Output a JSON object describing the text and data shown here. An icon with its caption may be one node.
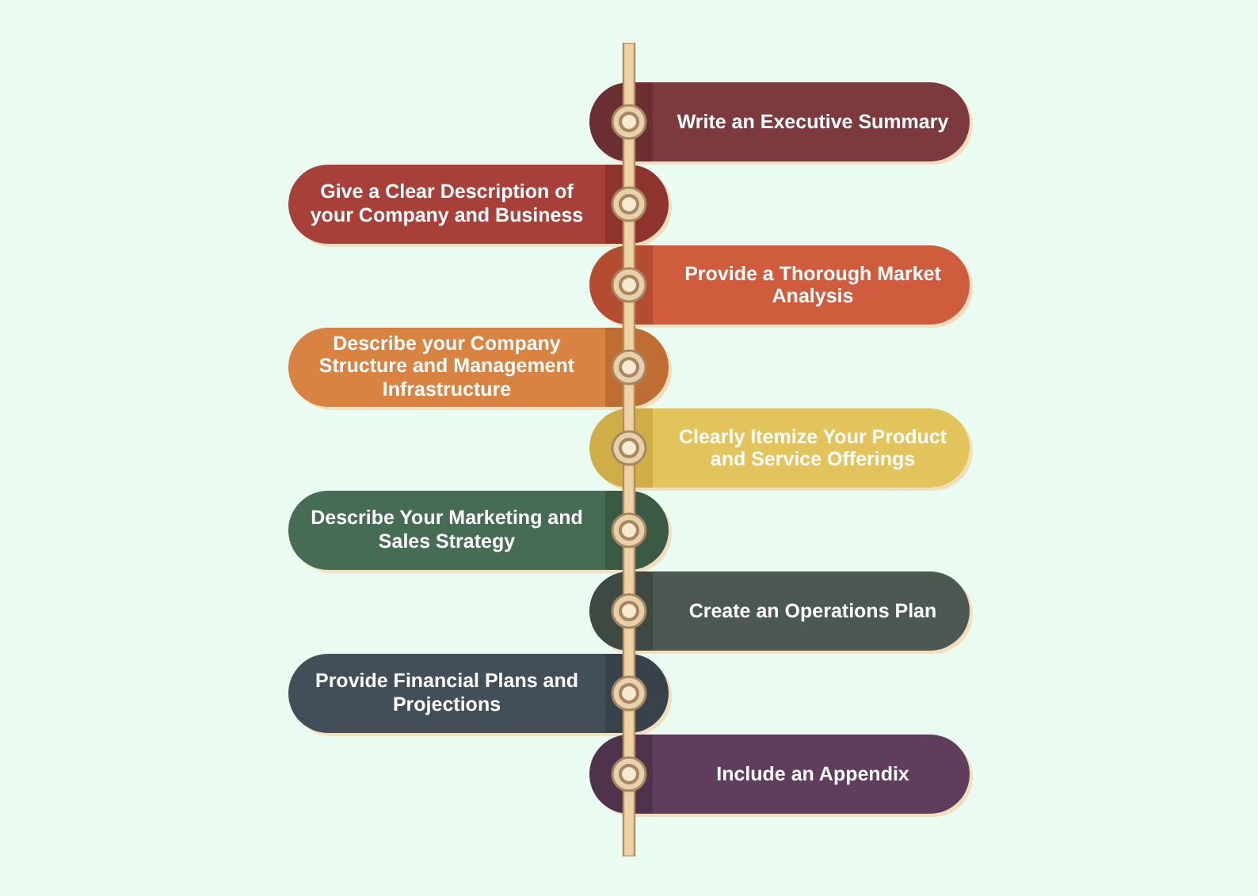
{
  "diagram": {
    "nodes": [
      {
        "text": [
          "Write an Executive Summary"
        ]
      },
      {
        "text": [
          "Give a Clear Description of your Company and Business"
        ]
      },
      {
        "text": [
          "Provide a Thorough Market Analysis"
        ]
      },
      {
        "text": [
          "Describe your Company Structure and Management Infrastructure"
        ]
      },
      {
        "text": [
          "Clearly Itemize Your Product and Service Offerings"
        ]
      },
      {
        "text": [
          "Describe Your Marketing and Sales Strategy"
        ]
      },
      {
        "text": [
          "Create an Operations Plan"
        ]
      },
      {
        "text": [
          "Provide Financial Plans and Projections"
        ]
      },
      {
        "text": [
          "Include an Appendix"
        ]
      }
    ]
  }
}
